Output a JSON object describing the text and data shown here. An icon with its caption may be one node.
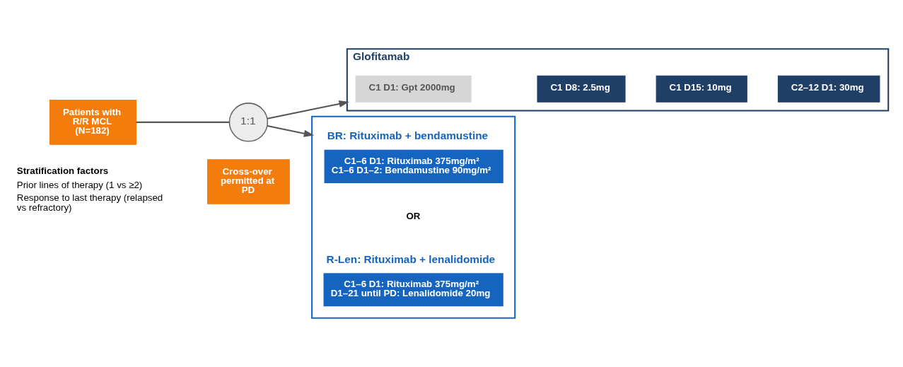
{
  "diagram": {
    "nodes": [
      {
        "text": [
          "Patients with R/R MCL (N=182)"
        ]
      },
      {
        "text": [
          "1:1"
        ]
      },
      {
        "text": [
          "Cross-over permitted at PD"
        ]
      },
      {
        "text": [
          "Glofitamab"
        ]
      },
      {
        "text": [
          "C1 D1: Gpt 2000mg"
        ],
        "in": 3
      },
      {
        "text": [
          "C1 D8: 2.5mg"
        ],
        "in": 3
      },
      {
        "text": [
          "C1 D15: 10mg"
        ],
        "in": 3
      },
      {
        "text": [
          "C2–12 D1: 30mg"
        ],
        "in": 3
      },
      {
        "text": [],
        "shape": "box"
      },
      {
        "text": [
          "BR: Rituximab + bendamustine",
          "C1–6 D1: Rituximab 375mg/m²",
          "C1–6 D1–2: Bendamustine 90mg/m²"
        ],
        "in": 8
      },
      {
        "text": [
          "R-Len: Rituximab + lenalidomide",
          "C1–6 D1: Rituximab 375mg/m²",
          "D1–21 until PD: Lenalidomide 20mg"
        ],
        "in": 8
      }
    ],
    "edges": [
      {
        "from": 0,
        "to": 1,
        "arrow": "none"
      },
      {
        "from": 1,
        "to": 3,
        "arrow": "to"
      },
      {
        "from": 1,
        "to": 8,
        "arrow": "to"
      }
    ],
    "labels": [
      "Stratification factors",
      "Prior lines of therapy (1 vs ≥2)",
      "Response to last therapy (relapsed vs refractory)",
      "OR"
    ]
  }
}
